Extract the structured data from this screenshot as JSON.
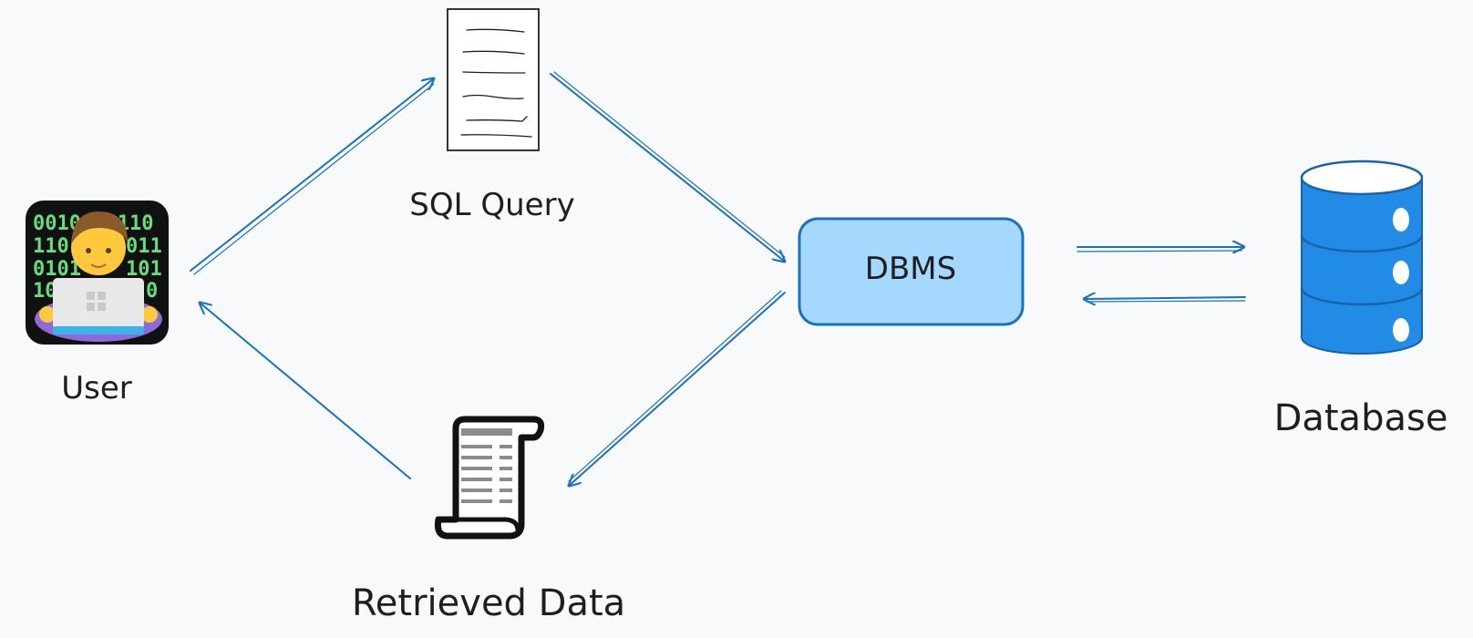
{
  "nodes": {
    "user": {
      "label": "User"
    },
    "sql_query": {
      "label": "SQL Query"
    },
    "dbms": {
      "label": "DBMS"
    },
    "database": {
      "label": "Database"
    },
    "retrieved_data": {
      "label": "Retrieved Data"
    }
  },
  "user_avatar": {
    "binary_rows": [
      "0010110110",
      "110",
      "011",
      "0101",
      "101",
      "10",
      "0"
    ]
  },
  "colors": {
    "background": "#f8f9fa",
    "arrow": "#1971c2",
    "dbms_fill": "#a5d8ff",
    "database_fill": "#228be6",
    "binary_text": "#69db7c",
    "text": "#1e1e1e"
  }
}
